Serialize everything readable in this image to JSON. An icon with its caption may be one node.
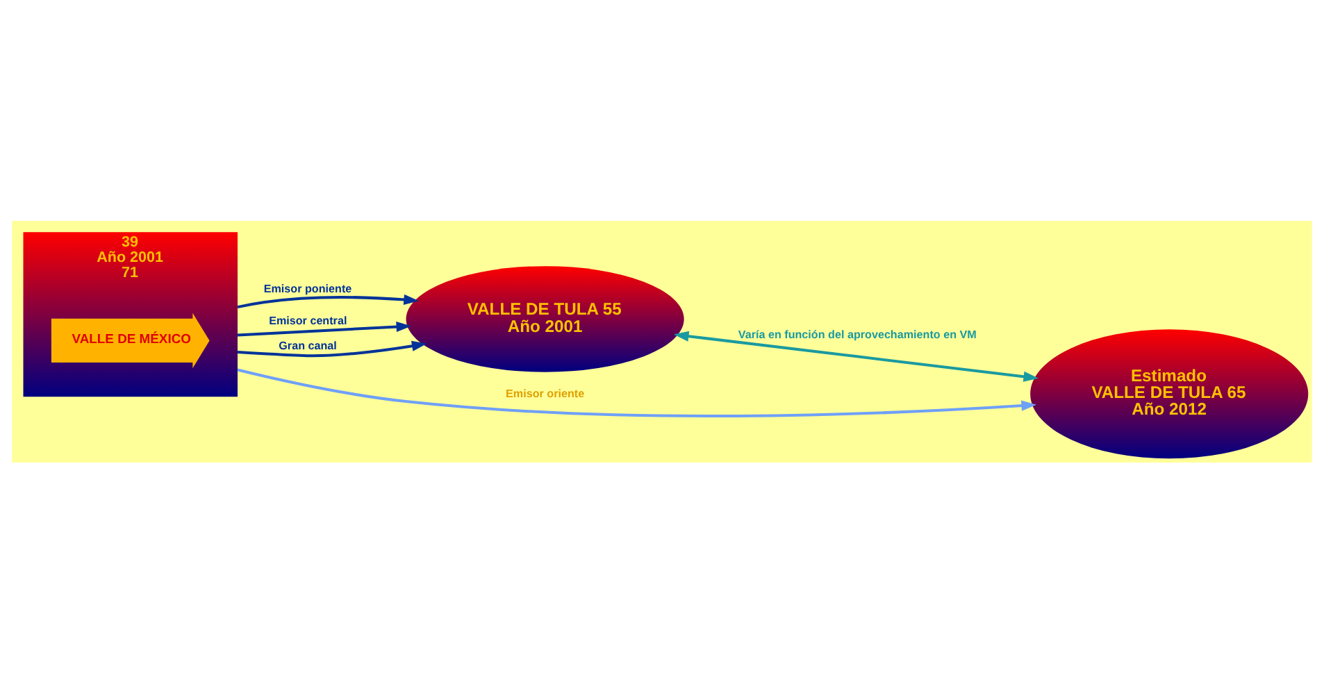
{
  "diagram": {
    "nodes": [
      {
        "text": [
          "39",
          "Año 2001",
          "71"
        ]
      },
      {
        "text": [
          "VALLE DE MÉXICO"
        ],
        "in": 0
      },
      {
        "text": [
          "VALLE DE TULA 55",
          "Año 2001"
        ]
      },
      {
        "text": [
          "Estimado",
          "VALLE DE TULA 65",
          "Año 2012"
        ]
      }
    ],
    "edges": [
      {
        "from": 0,
        "to": 2,
        "arrow": "to",
        "label": "Emisor poniente"
      },
      {
        "from": 0,
        "to": 2,
        "arrow": "to",
        "label": "Emisor central"
      },
      {
        "from": 0,
        "to": 2,
        "arrow": "to",
        "label": "Gran canal"
      },
      {
        "from": 2,
        "to": 3,
        "arrow": "both",
        "label": "Varía en función del aprovechamiento en VM",
        "color": "#1a9aa0"
      },
      {
        "from": 0,
        "to": 3,
        "arrow": "to",
        "label": "Emisor oriente",
        "color": "#6fa0f8"
      }
    ]
  }
}
